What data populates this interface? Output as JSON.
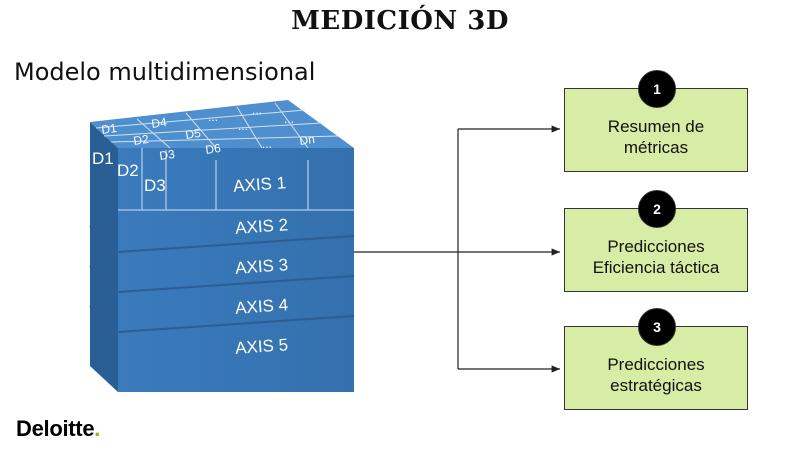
{
  "title": "MEDICIÓN 3D",
  "subtitle": "Modelo multidimensional",
  "cube": {
    "top_cells": [
      "D1",
      "D4",
      "...",
      "...",
      "D2",
      "D5",
      "...",
      "...",
      "D3",
      "D6",
      "...",
      "Dn"
    ],
    "side_labels": [
      "D1",
      "D2",
      "D3"
    ],
    "axes": [
      "AXIS 1",
      "AXIS 2",
      "AXIS 3",
      "AXIS 4",
      "AXIS 5"
    ],
    "colors": {
      "front": "#3a78b8",
      "top": "#4f8fce",
      "side": "#2a5f96"
    }
  },
  "outputs": [
    {
      "number": "1",
      "lines": [
        "Resumen de",
        "métricas"
      ]
    },
    {
      "number": "2",
      "lines": [
        "Predicciones",
        "Eficiencia táctica"
      ]
    },
    {
      "number": "3",
      "lines": [
        "Predicciones",
        "estratégicas"
      ]
    }
  ],
  "box_color": "#d7eda5",
  "logo": {
    "text": "Deloitte",
    "dot": ".",
    "dot_color": "#86bc25"
  }
}
